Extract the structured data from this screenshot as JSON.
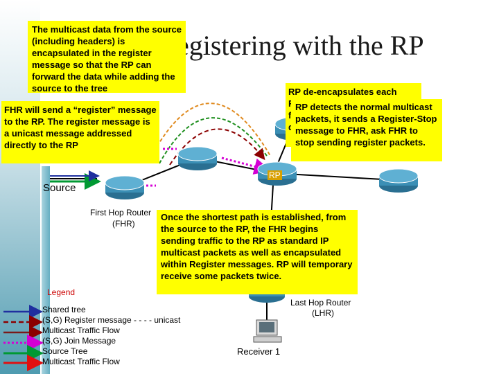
{
  "title": "egistering with the RP",
  "callouts": {
    "encapsulated": "The multicast data from the source (including headers) is encapsulated in the register message so that the RP can forward the data while adding the source to the tree",
    "fhr_register": "FHR will send a “register” message to the RP. The register message is a unicast message addressed directly to the RP",
    "rp_decap": "RP de-encapsulates each Register message and forwards the data natively down the tree",
    "rp_stop": "RP detects the normal multicast packets, it sends a Register-Stop message to FHR, ask FHR to stop sending register packets.",
    "shortest_path": "Once the shortest path is established, from the source to the RP, the FHR begins sending traffic to the RP as standard IP multicast packets as well as encapsulated within Register messages. RP will temporary receive some packets twice."
  },
  "labels": {
    "source": "Source",
    "fhr_line1": "First Hop Router",
    "fhr_line2": "(FHR)",
    "rp": "RP",
    "lhr_line1": "Last Hop Router",
    "lhr_line2": "(LHR)",
    "receiver": "Receiver 1"
  },
  "legend": {
    "title": "Legend",
    "items": [
      {
        "label": "Shared tree",
        "color": "#1f2f9f",
        "style": "solid"
      },
      {
        "label": "(S,G) Register message - - - - unicast",
        "color": "#8b0000",
        "style": "dashed"
      },
      {
        "label": "Multicast Traffic Flow",
        "color": "#7a1a1a",
        "style": "solid"
      },
      {
        "label": "(S,G) Join Message",
        "color": "#d400d4",
        "style": "dotted"
      },
      {
        "label": "Source Tree",
        "color": "#009933",
        "style": "solid"
      },
      {
        "label": "Multicast Traffic Flow",
        "color": "#e01010",
        "style": "solid"
      }
    ]
  },
  "colors": {
    "callout_bg": "#ffff00",
    "router_fill": "#3b8fb5",
    "shared_tree": "#1f2f9f",
    "register": "#8b0000",
    "join": "#d400d4",
    "source_tree": "#009933",
    "multicast": "#e01010",
    "curve_orange": "#e08a1e"
  }
}
